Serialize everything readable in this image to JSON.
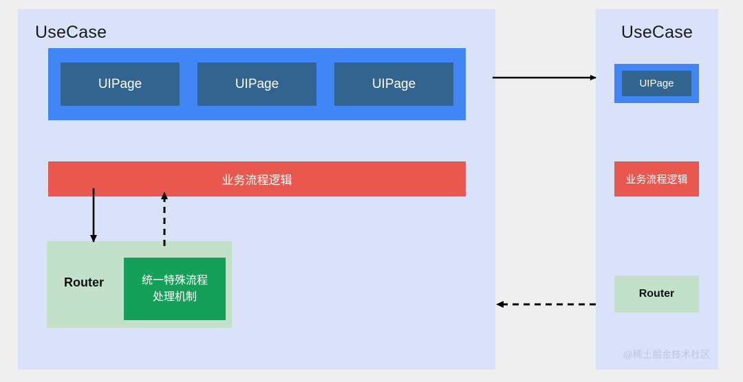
{
  "diagram": {
    "background_color": "#efefef",
    "panel_color": "#d9e2f9"
  },
  "left_panel": {
    "title": "UseCase",
    "uipage_group": {
      "container_color": "#4285f4",
      "box_color": "#33648f",
      "pages": [
        {
          "label": "UIPage"
        },
        {
          "label": "UIPage"
        },
        {
          "label": "UIPage"
        }
      ]
    },
    "logic_bar": {
      "label": "业务流程逻辑",
      "color": "#e8584f"
    },
    "router": {
      "label": "Router",
      "color": "#c3e0ca",
      "inner": {
        "line1": "统一特殊流程",
        "line2": "处理机制",
        "color": "#15a05a"
      }
    }
  },
  "right_panel": {
    "title": "UseCase",
    "uipage_group": {
      "container_color": "#4285f4",
      "box_color": "#33648f",
      "pages": [
        {
          "label": "UIPage"
        }
      ]
    },
    "logic_bar": {
      "label": "业务流程逻辑",
      "color": "#e8584f"
    },
    "router": {
      "label": "Router",
      "color": "#c3e0ca"
    }
  },
  "connectors": [
    {
      "name": "usecase-to-usecase",
      "style": "solid",
      "direction": "right"
    },
    {
      "name": "router-to-router",
      "style": "dashed",
      "direction": "left"
    },
    {
      "name": "logic-to-router",
      "style": "solid",
      "direction": "down"
    },
    {
      "name": "router-to-logic",
      "style": "dashed",
      "direction": "up"
    }
  ],
  "watermark": {
    "text": "@稀土掘金技术社区",
    "color": "#b9c6e6"
  }
}
